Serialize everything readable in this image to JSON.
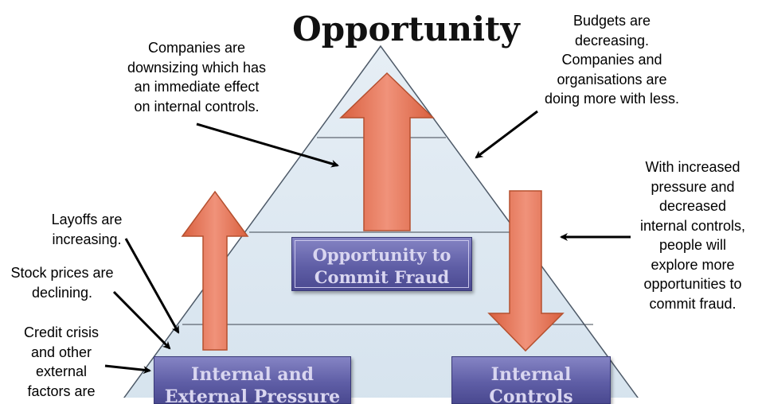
{
  "title": "Opportunity",
  "boxes": {
    "opportunity": {
      "line1": "Opportunity to",
      "line2": "Commit Fraud"
    },
    "pressure": {
      "line1": "Internal and",
      "line2": "External Pressure"
    },
    "controls": {
      "line1": "Internal",
      "line2": "Controls"
    }
  },
  "annotations": {
    "downsizing": [
      "Companies are",
      "downsizing which has",
      "an immediate effect",
      "on internal controls."
    ],
    "budgets": [
      "Budgets are",
      "decreasing.",
      "Companies and",
      "organisations are",
      "doing more with less."
    ],
    "pressure_note": [
      "With increased",
      "pressure and",
      "decreased",
      "internal controls,",
      "people will",
      "explore more",
      "opportunities to",
      "commit  fraud."
    ],
    "layoffs": [
      "Layoffs are",
      "increasing."
    ],
    "stocks": [
      "Stock prices are",
      "declining."
    ],
    "credit": [
      "Credit crisis",
      "and other",
      "external",
      "factors are"
    ]
  },
  "colors": {
    "triangle_fill": "#dce8f1",
    "triangle_stroke": "#4e5a68",
    "arrow_fill": "#e5785a",
    "arrow_stroke": "#b5502f",
    "box_fill": "#6a69ad"
  }
}
